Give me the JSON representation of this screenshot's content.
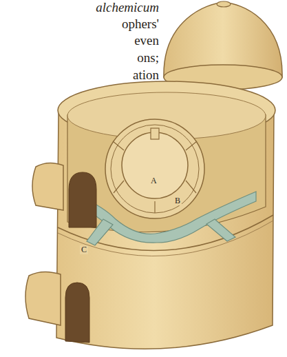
{
  "diagram": {
    "labels": [
      "alchemicum",
      "ophers'",
      "even",
      "ons;",
      "ation",
      "A",
      "B",
      "C"
    ]
  }
}
